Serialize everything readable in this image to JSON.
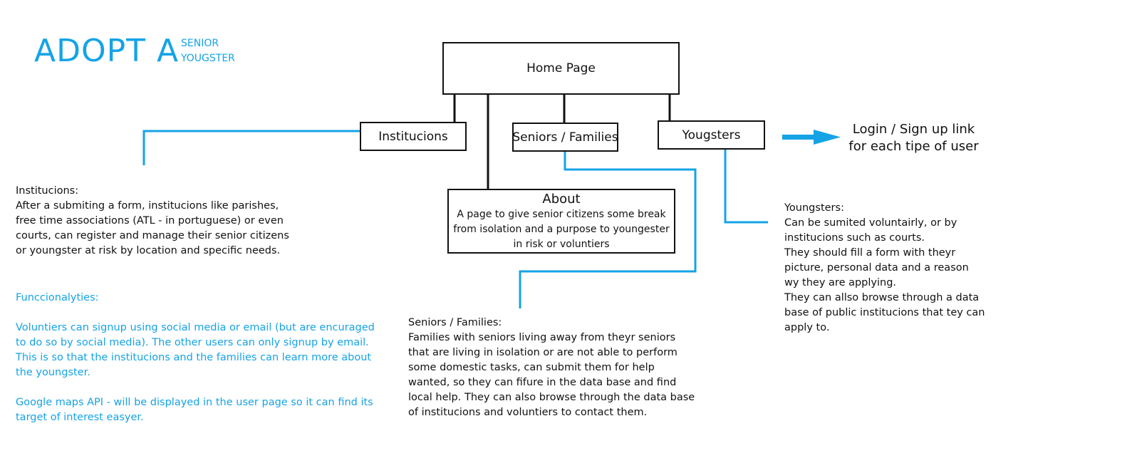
{
  "title": {
    "main": "ADOPT A",
    "options": [
      "SENIOR",
      "YOUGSTER"
    ]
  },
  "nodes": {
    "home": "Home Page",
    "institucions": "Institucions",
    "seniors": "Seniors / Families",
    "yougsters": "Yougsters",
    "about": {
      "title": "About",
      "description": "A page to give senior citizens some break from isolation and a purpose to youngester in risk or voluntiers"
    }
  },
  "login": {
    "lines": [
      "Login / Sign up link",
      "for each tipe of user"
    ]
  },
  "notes": {
    "institucions": {
      "lines": [
        "Institucions:",
        "After a submiting a form, institucions like parishes,",
        "free time associations (ATL - in portuguese) or even",
        "courts, can register and manage their senior citizens",
        "or youngster at risk by location and specific needs."
      ]
    },
    "functionalities": {
      "heading": "Funccionalyties:",
      "paragraph1": [
        "Voluntiers can signup using social media or email (but are encuraged",
        "to do so by social media). The other users can only signup by email.",
        "This is so that the institucions and the families can learn more about",
        "the youngster."
      ],
      "paragraph2": [
        "Google maps API - will be displayed in the user page so it can find its",
        "target of interest easyer."
      ]
    },
    "seniors": {
      "lines": [
        "Seniors / Families:",
        "Families with seniors living away from theyr seniors",
        "that are living in isolation or are not able to perform",
        "some domestic tasks, can submit them for help",
        "wanted, so they can fifure in the data base and find",
        "local help. They can also browse through the data base",
        "of institucions and voluntiers to contact them."
      ]
    },
    "youngsters": {
      "lines": [
        "Youngsters:",
        "Can be sumited voluntairly, or by",
        "institucions such as courts.",
        "They should fill a form with theyr",
        "picture, personal data and a reason",
        "wy they are applying.",
        "They can allso browse through a data",
        "base of public institucions that tey can",
        "apply to."
      ]
    }
  },
  "colors": {
    "accent": "#15a3e6",
    "line": "#111111",
    "text": "#111111"
  }
}
